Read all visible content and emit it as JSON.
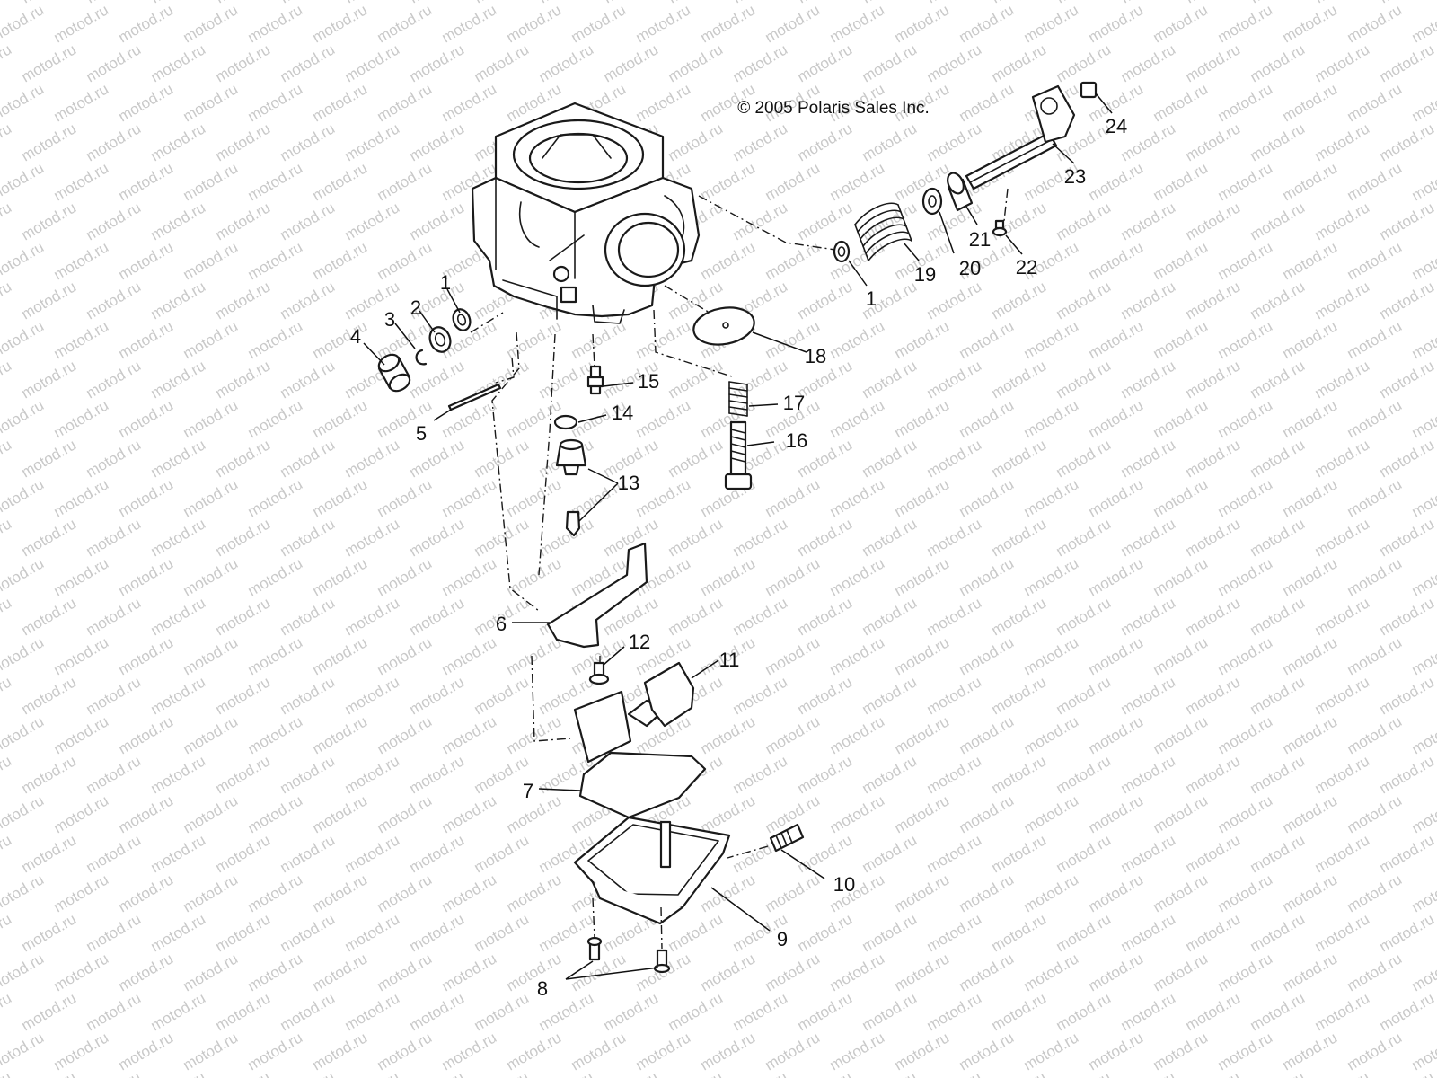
{
  "copyright": "© 2005 Polaris Sales Inc.",
  "watermark": "motod.ru",
  "callouts": [
    "1",
    "1",
    "2",
    "3",
    "4",
    "5",
    "6",
    "7",
    "8",
    "9",
    "10",
    "11",
    "12",
    "13",
    "14",
    "15",
    "16",
    "17",
    "18",
    "19",
    "20",
    "21",
    "22",
    "23",
    "24"
  ]
}
